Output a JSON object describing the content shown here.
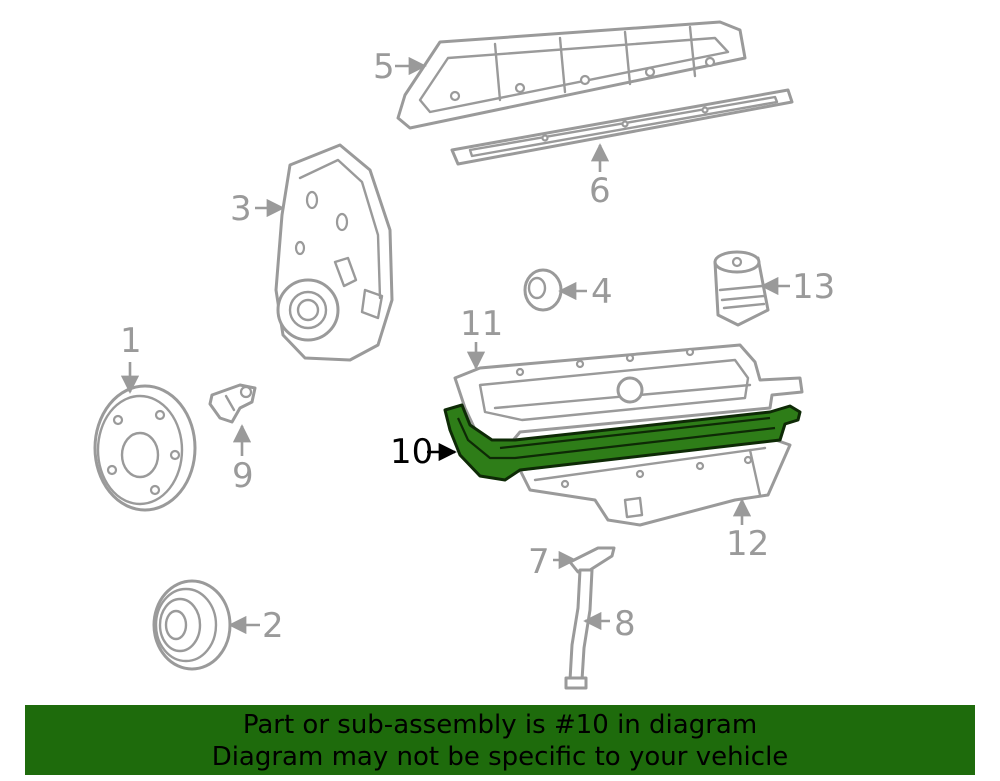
{
  "callouts": {
    "c1": "1",
    "c2": "2",
    "c3": "3",
    "c4": "4",
    "c5": "5",
    "c6": "6",
    "c7": "7",
    "c8": "8",
    "c9": "9",
    "c10": "10",
    "c11": "11",
    "c12": "12",
    "c13": "13"
  },
  "highlighted_part": "10",
  "colors": {
    "highlight_fill": "#2e7d18",
    "line_gray": "#9a9a9a",
    "banner_bg": "#1e6b0c"
  },
  "banner": {
    "line1": "Part or sub-assembly is #10 in diagram",
    "line2": "Diagram may not be specific to your vehicle"
  }
}
